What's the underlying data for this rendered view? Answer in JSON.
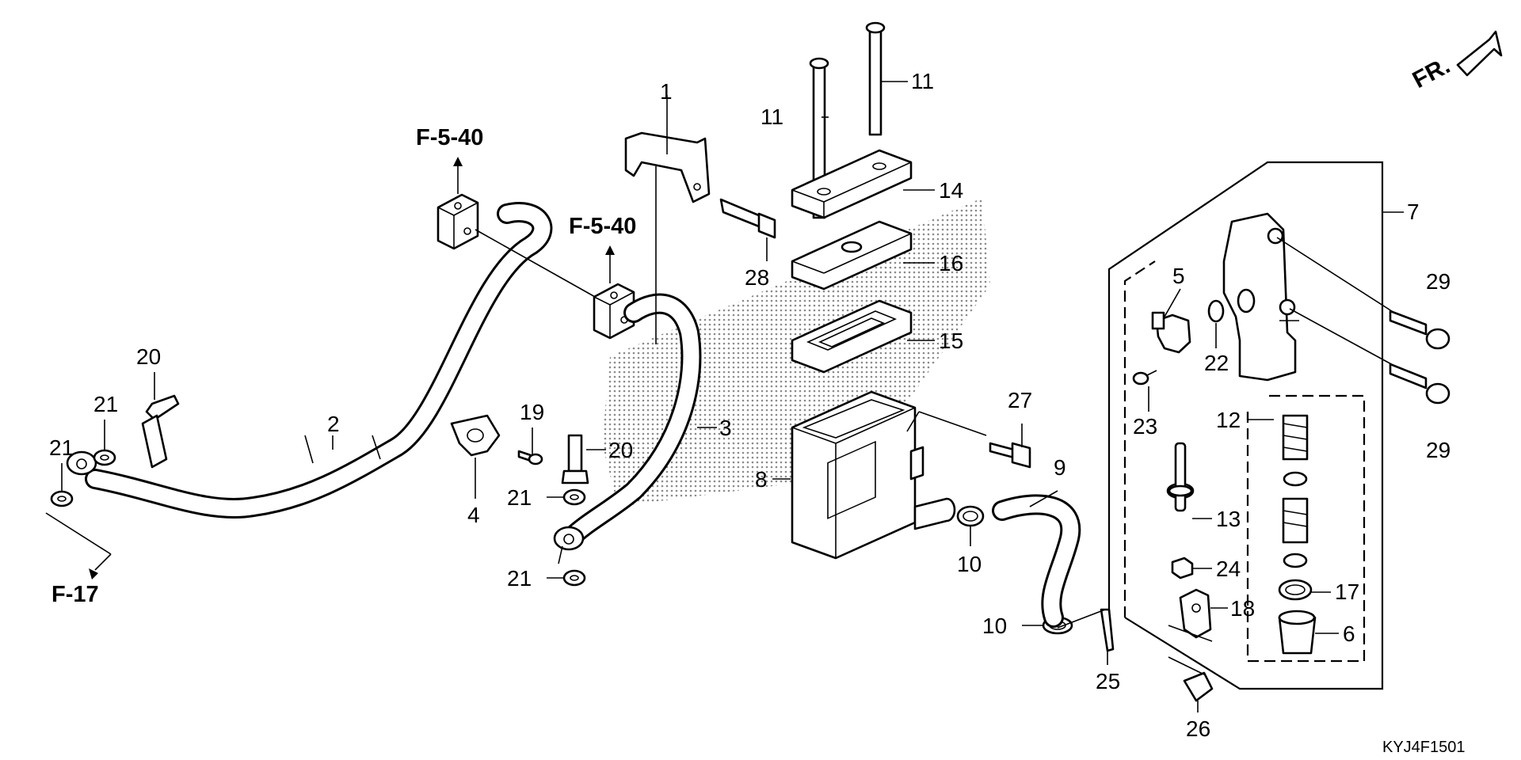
{
  "diagram": {
    "code": "KYJ4F1501",
    "direction_label": "FR.",
    "references": {
      "ref_top_left": "F-5-40",
      "ref_top_mid": "F-5-40",
      "ref_bottom_left": "F-17"
    },
    "callouts": {
      "c1": "1",
      "c2": "2",
      "c3": "3",
      "c4": "4",
      "c5": "5",
      "c6": "6",
      "c7": "7",
      "c8": "8",
      "c9": "9",
      "c10a": "10",
      "c10b": "10",
      "c11a": "11",
      "c11b": "11",
      "c12": "12",
      "c13": "13",
      "c14": "14",
      "c15": "15",
      "c16": "16",
      "c17": "17",
      "c18": "18",
      "c19": "19",
      "c20a": "20",
      "c20b": "20",
      "c21a": "21",
      "c21b": "21",
      "c21c": "21",
      "c21d": "21",
      "c22": "22",
      "c23": "23",
      "c24": "24",
      "c25": "25",
      "c26": "26",
      "c27": "27",
      "c28": "28",
      "c29a": "29",
      "c29b": "29"
    },
    "colors": {
      "line": "#000000",
      "background": "#ffffff",
      "shade": "#8a8a8a"
    }
  }
}
